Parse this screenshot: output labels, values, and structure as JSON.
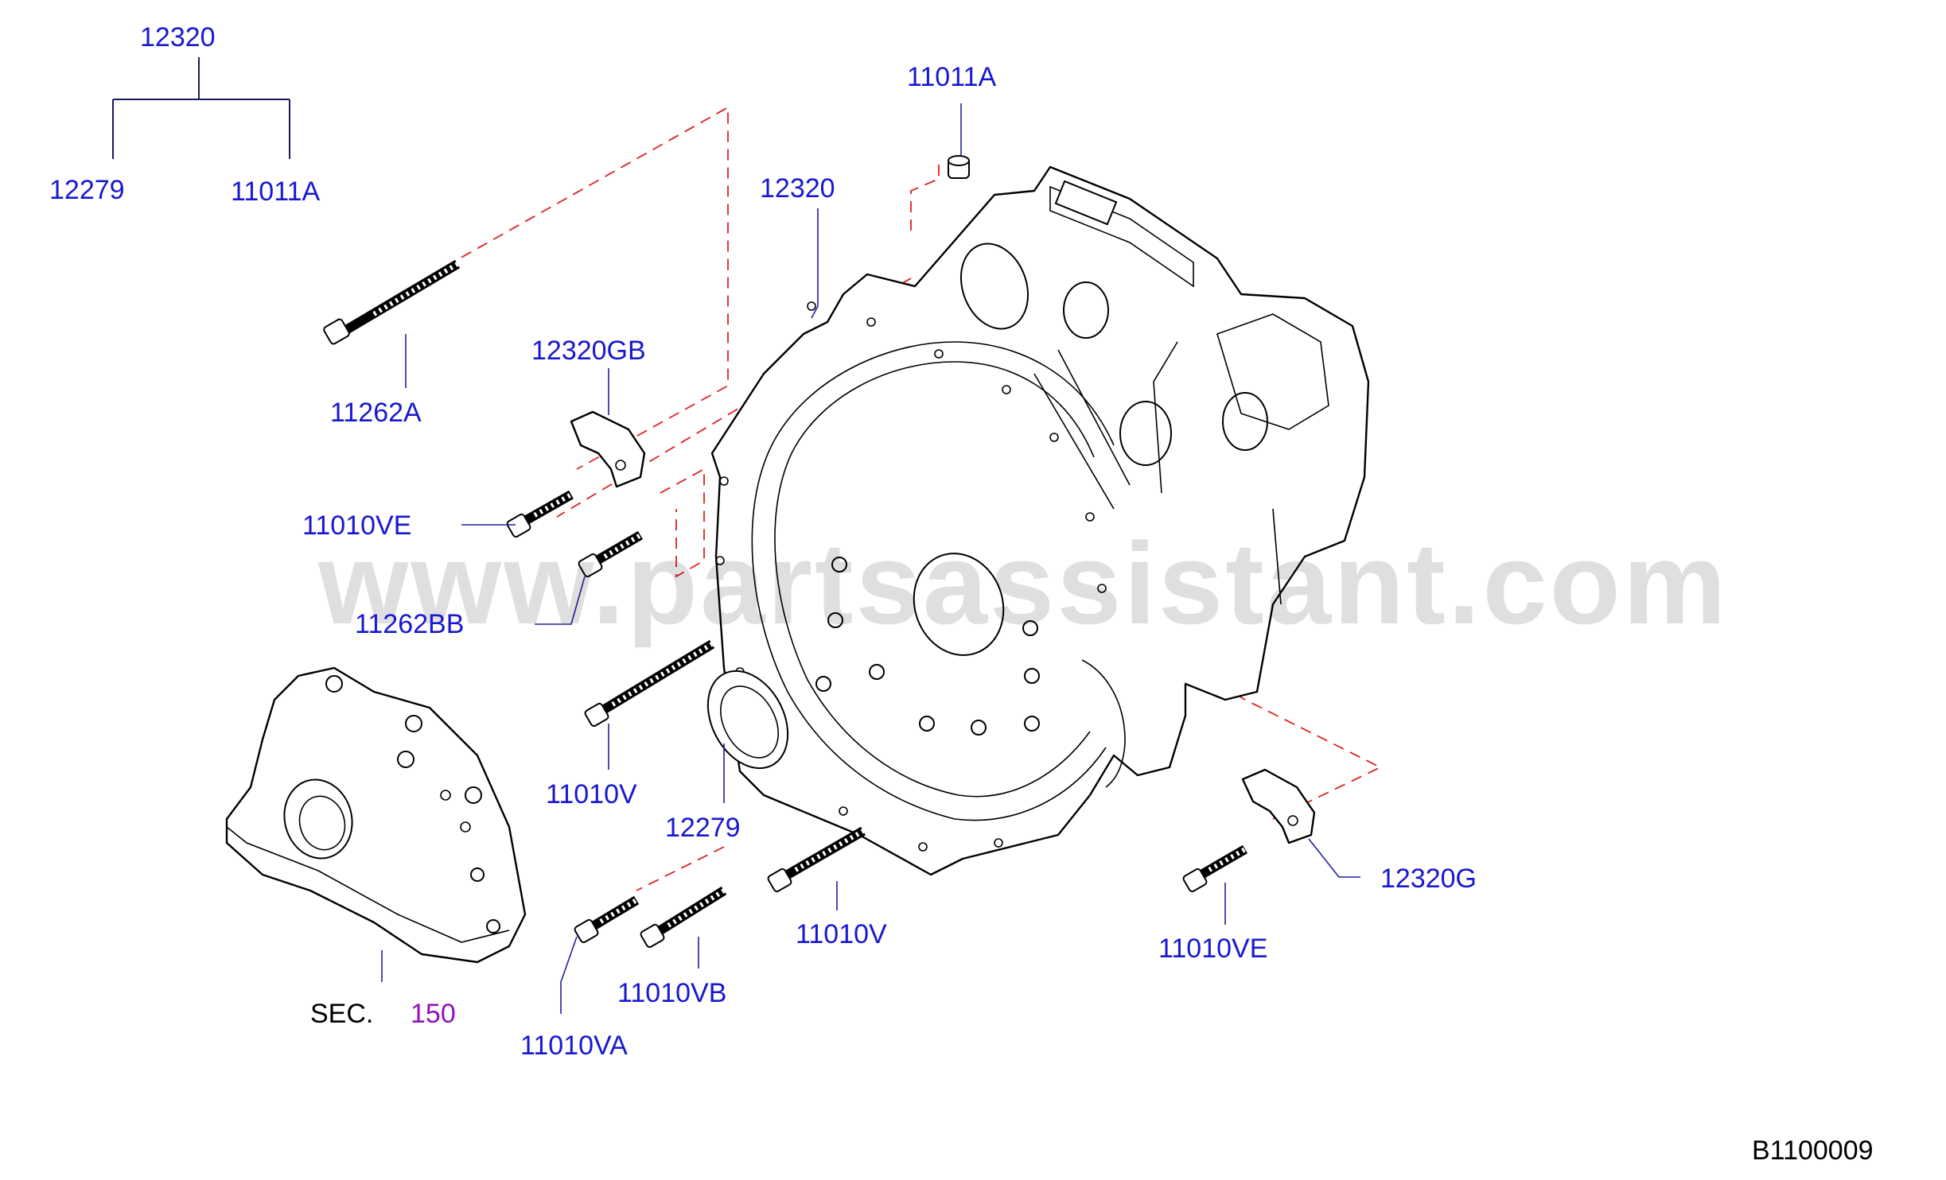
{
  "diagram": {
    "code": "B1100009",
    "watermark": "www.partsassistant.com",
    "sec_prefix": "SEC.",
    "sec_number": "150",
    "labels": {
      "top_12320": "12320",
      "top_12279": "12279",
      "top_11011A": "11011A",
      "bolt_11011A": "11011A",
      "housing_12320": "12320",
      "bracket_12320GB": "12320GB",
      "bolt_11262A": "11262A",
      "bolt_11010VE_left": "11010VE",
      "bolt_11262BB": "11262BB",
      "bolt_11010V_left": "11010V",
      "seal_12279": "12279",
      "bolt_11010V_bottom": "11010V",
      "bolt_11010VB": "11010VB",
      "bolt_11010VA": "11010VA",
      "bracket_12320G": "12320G",
      "bolt_11010VE_right": "11010VE"
    }
  }
}
